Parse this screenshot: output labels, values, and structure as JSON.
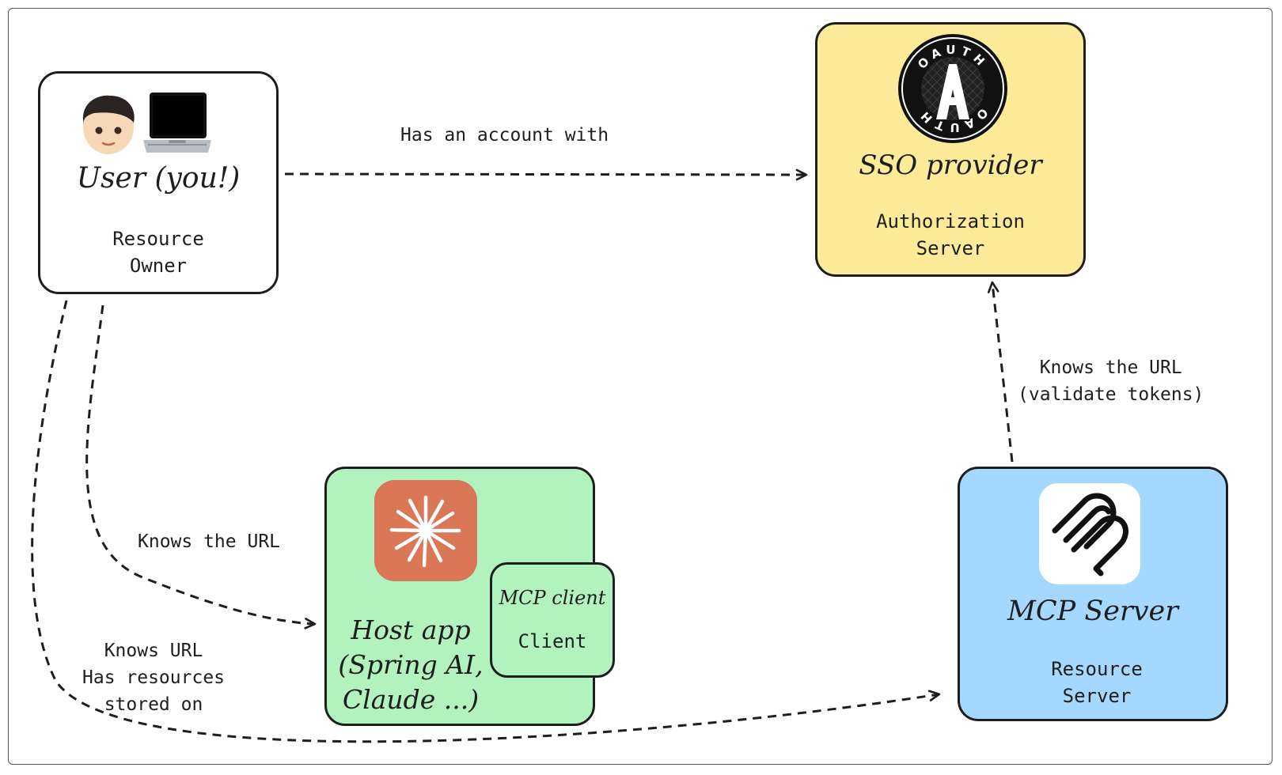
{
  "user": {
    "icons": [
      "person-icon",
      "laptop-icon"
    ],
    "title": "User (you!)",
    "role": "Resource\nOwner"
  },
  "sso": {
    "logo": "oauth-logo",
    "badge_text": "OAUTH",
    "title": "SSO provider",
    "role": "Authorization\nServer"
  },
  "host": {
    "logo": "claude-logo",
    "title": "Host app\n(Spring AI,\nClaude ...)"
  },
  "client": {
    "title": "MCP client",
    "role": "Client"
  },
  "mcp": {
    "logo": "mcp-logo",
    "title": "MCP Server",
    "role": "Resource\nServer"
  },
  "edges": {
    "user_to_sso": "Has an account with",
    "mcp_to_sso": "Knows the URL\n(validate tokens)",
    "user_to_host": "Knows the URL",
    "user_to_mcp": "Knows URL\nHas resources\nstored on"
  },
  "colors": {
    "sso_fill": "#fdeb99",
    "host_fill": "#b1f2be",
    "mcp_fill": "#a5d8ff",
    "claude_orange": "#d97757"
  }
}
